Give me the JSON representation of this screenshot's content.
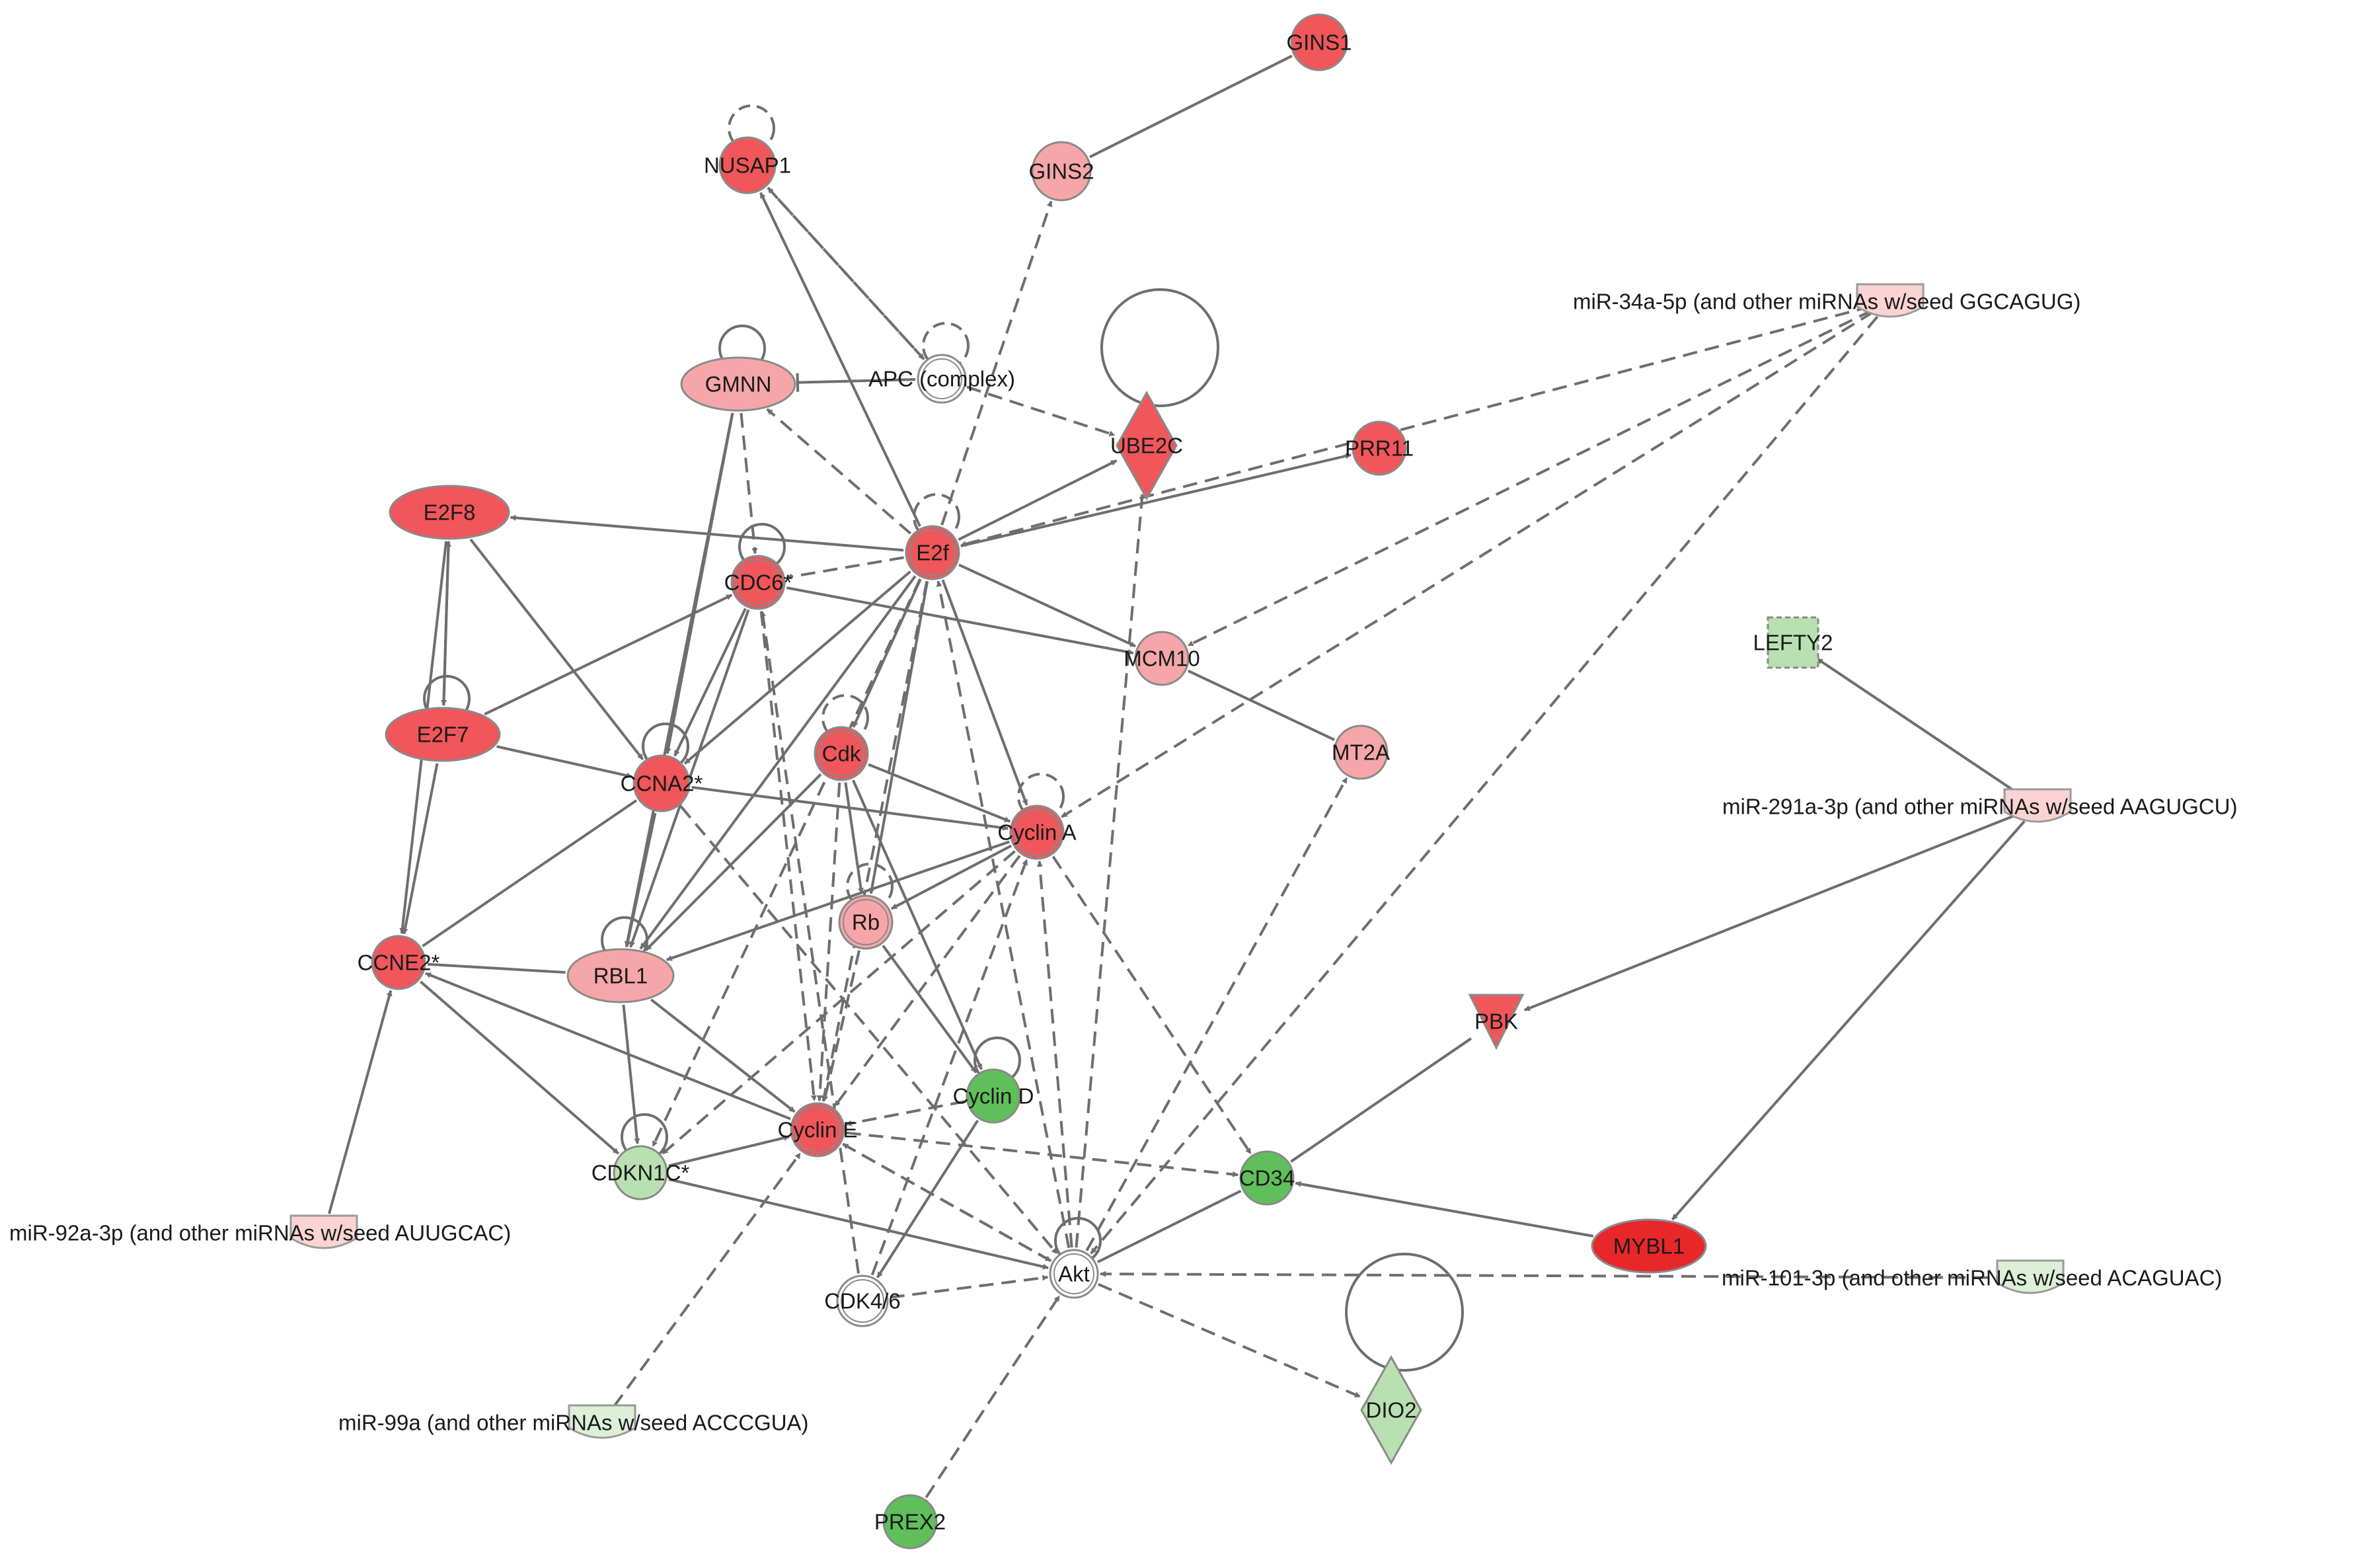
{
  "colors": {
    "up_strong": "#e8272a",
    "up_medium": "#f0565a",
    "up_light": "#f6a6a8",
    "up_faint": "#fbd3d3",
    "down_medium": "#5fbf5a",
    "down_light": "#b9e0b1",
    "down_faint": "#dcefd7",
    "none": "#ffffff",
    "edge": "#6e6e6e"
  },
  "nodes": {
    "GINS1": {
      "label": "GINS1"
    },
    "GINS2": {
      "label": "GINS2"
    },
    "NUSAP1": {
      "label": "NUSAP1"
    },
    "APC": {
      "label": "APC (complex)"
    },
    "GMNN": {
      "label": "GMNN"
    },
    "UBE2C": {
      "label": "UBE2C"
    },
    "PRR11": {
      "label": "PRR11"
    },
    "E2F8": {
      "label": "E2F8"
    },
    "E2f": {
      "label": "E2f"
    },
    "CDC6": {
      "label": "CDC6*"
    },
    "MCM10": {
      "label": "MCM10"
    },
    "E2F7": {
      "label": "E2F7"
    },
    "CCNA2": {
      "label": "CCNA2*"
    },
    "Cdk": {
      "label": "Cdk"
    },
    "MT2A": {
      "label": "MT2A"
    },
    "CyclinA": {
      "label": "Cyclin A"
    },
    "Rb": {
      "label": "Rb"
    },
    "CCNE2": {
      "label": "CCNE2*"
    },
    "RBL1": {
      "label": "RBL1"
    },
    "CyclinD": {
      "label": "Cyclin D"
    },
    "CyclinE": {
      "label": "Cyclin E"
    },
    "CDKN1C": {
      "label": "CDKN1C*"
    },
    "CD34": {
      "label": "CD34"
    },
    "PBK": {
      "label": "PBK"
    },
    "MYBL1": {
      "label": "MYBL1"
    },
    "Akt": {
      "label": "Akt"
    },
    "CDK46": {
      "label": "CDK4/6"
    },
    "DIO2": {
      "label": "DIO2"
    },
    "PREX2": {
      "label": "PREX2"
    },
    "LEFTY2": {
      "label": "LEFTY2"
    }
  },
  "mirnas": {
    "miR34a": {
      "label": "miR-34a-5p (and other miRNAs w/seed GGCAGUG)"
    },
    "miR291a": {
      "label": "miR-291a-3p (and other miRNAs w/seed AAGUGCU)"
    },
    "miR92a": {
      "label": "miR-92a-3p (and other miRNAs w/seed AUUGCAC)"
    },
    "miR101": {
      "label": "miR-101-3p (and other miRNAs w/seed ACAGUAC)"
    },
    "miR99a": {
      "label": "miR-99a (and other miRNAs w/seed ACCCGUA)"
    }
  }
}
